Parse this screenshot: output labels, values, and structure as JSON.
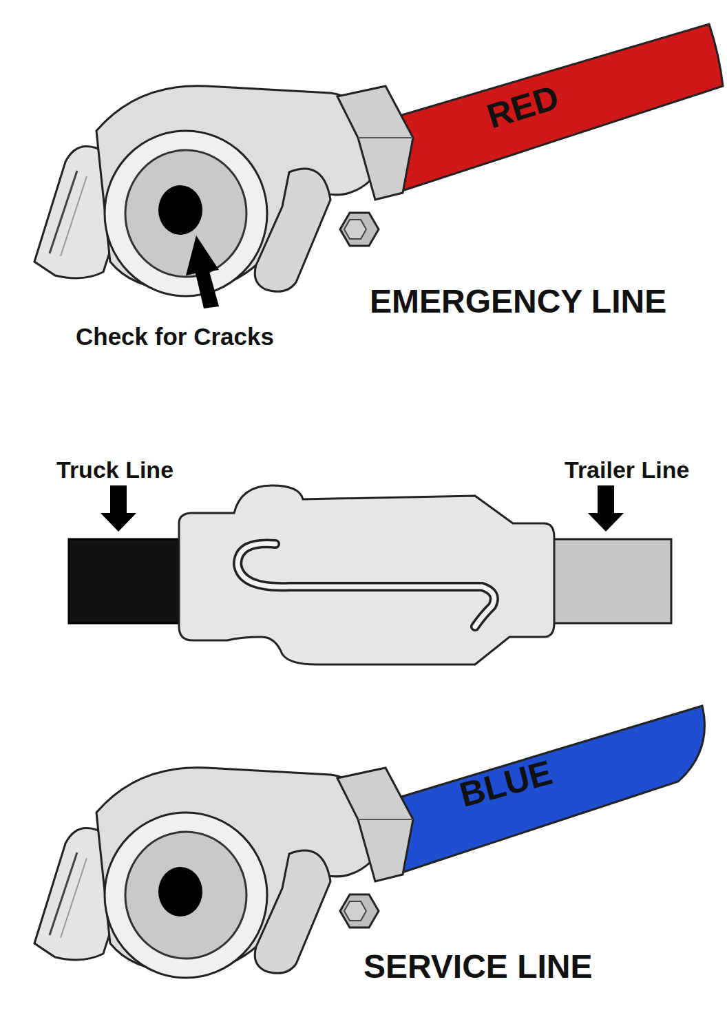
{
  "diagram": {
    "labels": [
      "RED",
      "EMERGENCY LINE",
      "Check for Cracks",
      "Truck Line",
      "Trailer Line",
      "BLUE",
      "SERVICE LINE"
    ]
  }
}
